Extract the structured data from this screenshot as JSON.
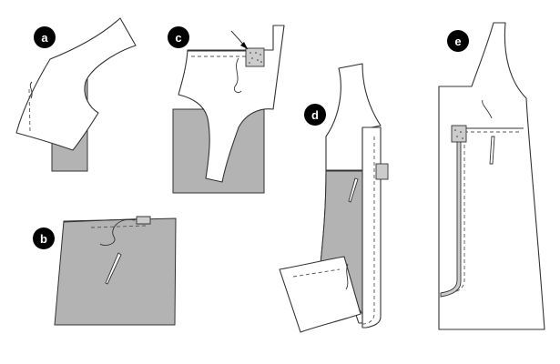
{
  "panels": {
    "a": {
      "label": "a"
    },
    "b": {
      "label": "b"
    },
    "c": {
      "label": "c"
    },
    "d": {
      "label": "d"
    },
    "e": {
      "label": "e"
    }
  },
  "colors": {
    "badge": "#000000",
    "lining": "#b3b3b3",
    "outline": "#333333"
  }
}
